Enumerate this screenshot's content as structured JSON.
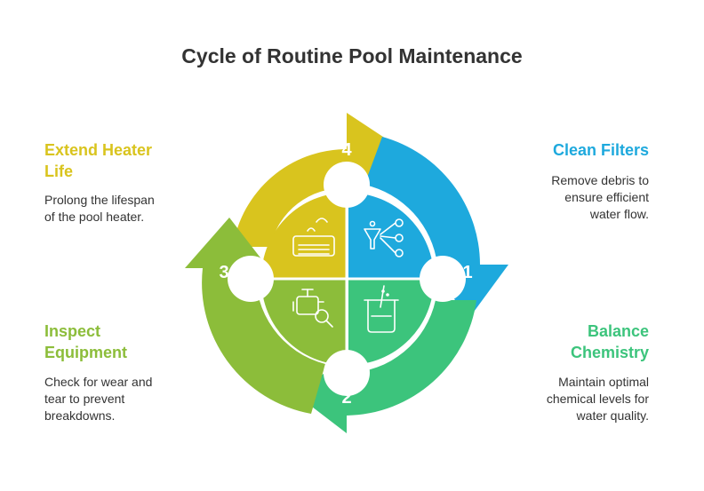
{
  "title": "Cycle of Routine Pool Maintenance",
  "colors": {
    "clean_filters": "#1ea9dd",
    "balance_chemistry": "#3cc47c",
    "inspect_equipment": "#8cbd3a",
    "extend_heater_life": "#d9c41e"
  },
  "steps": [
    {
      "number": "1",
      "title": "Clean Filters",
      "description": [
        "Remove debris to",
        "ensure efficient",
        "water flow."
      ],
      "icon": "water-filter-icon"
    },
    {
      "number": "2",
      "title": "Balance Chemistry",
      "title_lines": [
        "Balance",
        "Chemistry"
      ],
      "description": [
        "Maintain optimal",
        "chemical levels for",
        "water quality."
      ],
      "icon": "beaker-icon"
    },
    {
      "number": "3",
      "title": "Inspect Equipment",
      "title_lines": [
        "Inspect",
        "Equipment"
      ],
      "description": [
        "Check for wear and",
        "tear to prevent",
        "breakdowns."
      ],
      "icon": "inspect-equipment-icon"
    },
    {
      "number": "4",
      "title": "Extend Heater Life",
      "title_lines": [
        "Extend Heater",
        "Life"
      ],
      "description": [
        "Prolong the lifespan",
        "of the pool heater."
      ],
      "icon": "heater-icon"
    }
  ]
}
